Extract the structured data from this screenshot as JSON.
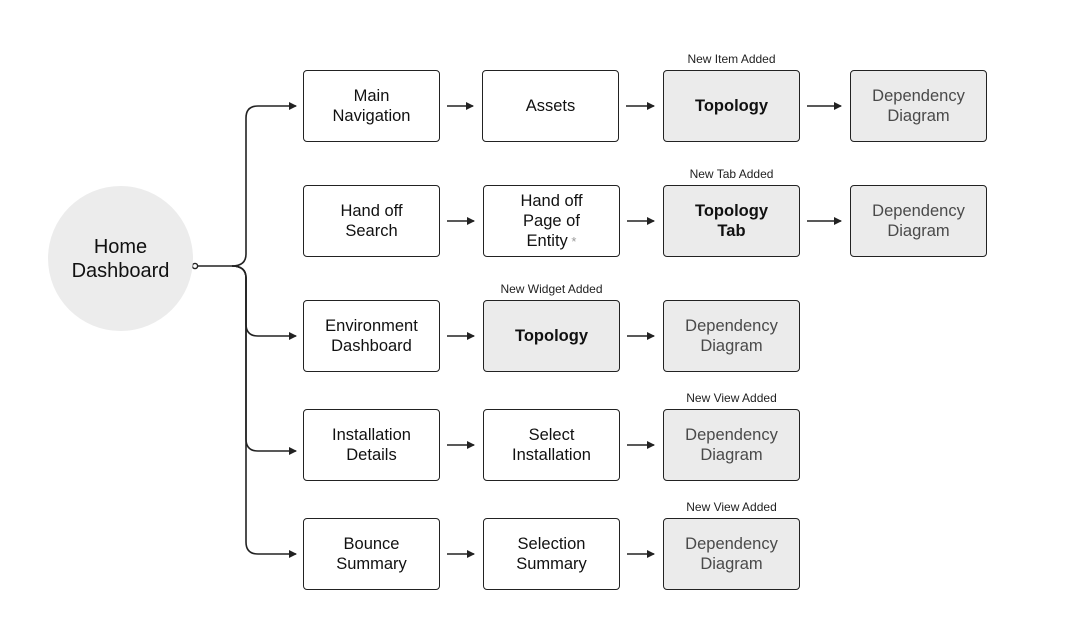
{
  "hub": {
    "label": "Home\nDashboard"
  },
  "rows": [
    {
      "note": "New Item Added",
      "steps": [
        {
          "label": "Main\nNavigation"
        },
        {
          "label": "Assets"
        },
        {
          "label": "Topology"
        },
        {
          "label": "Dependency\nDiagram"
        }
      ]
    },
    {
      "note": "New Tab Added",
      "steps": [
        {
          "label": "Hand off\nSearch"
        },
        {
          "label": "Hand off\nPage of\nEntity",
          "marker": "*"
        },
        {
          "label": "Topology\nTab"
        },
        {
          "label": "Dependency\nDiagram"
        }
      ]
    },
    {
      "note": "New Widget Added",
      "steps": [
        {
          "label": "Environment\nDashboard"
        },
        {
          "label": "Topology"
        },
        {
          "label": "Dependency\nDiagram"
        }
      ]
    },
    {
      "note": "New View Added",
      "steps": [
        {
          "label": "Installation\nDetails"
        },
        {
          "label": "Select\nInstallation"
        },
        {
          "label": "Dependency\nDiagram"
        }
      ]
    },
    {
      "note": "New View Added",
      "steps": [
        {
          "label": "Bounce\nSummary"
        },
        {
          "label": "Selection\nSummary"
        },
        {
          "label": "Dependency\nDiagram"
        }
      ]
    }
  ]
}
